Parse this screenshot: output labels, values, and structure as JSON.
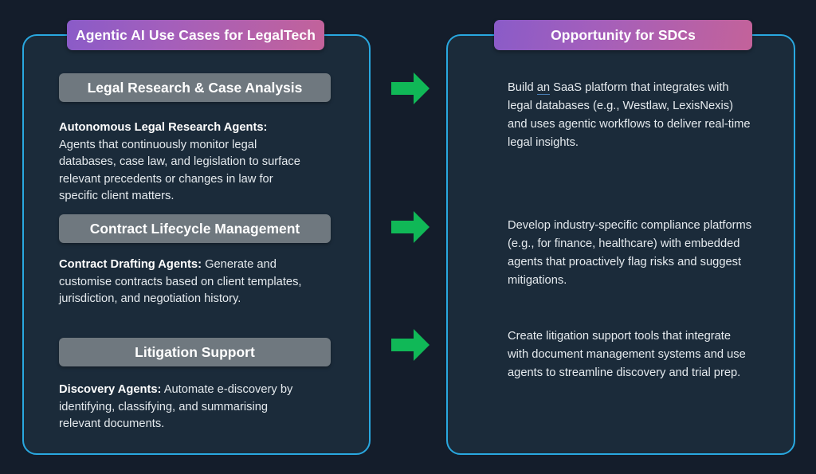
{
  "background_color": "#141d2b",
  "panel": {
    "border_color": "#29a8e0",
    "fill_color": "#1b2b3a"
  },
  "banners": {
    "gradient_from": "#8a5bc8",
    "gradient_to": "#c3629a",
    "left_title": "Agentic AI Use Cases for LegalTech",
    "right_title": "Opportunity for SDCs"
  },
  "left_column": {
    "pill_color": "#6f787f",
    "sections": [
      {
        "pill_label": "Legal Research & Case Analysis",
        "lead": "Autonomous Legal Research Agents:",
        "lead_inline": false,
        "body": "Agents that continuously monitor legal databases, case law, and legislation to surface relevant precedents or changes in law for specific client matters."
      },
      {
        "pill_label": "Contract Lifecycle Management",
        "lead": "Contract Drafting Agents:",
        "lead_inline": true,
        "body": "Generate and customise contracts based on client templates, jurisdiction, and negotiation history."
      },
      {
        "pill_label": "Litigation Support",
        "lead": "Discovery Agents:",
        "lead_inline": true,
        "body": "Automate e-discovery by identifying, classifying, and summarising relevant documents."
      }
    ]
  },
  "right_column": {
    "opportunities": [
      {
        "text_before": "Build ",
        "grammar_flagged_word": "an",
        "text_after": " SaaS platform that integrates with legal databases (e.g., Westlaw, LexisNexis) and uses agentic workflows to deliver real-time legal insights."
      },
      {
        "text_before": "",
        "grammar_flagged_word": "",
        "text_after": "Develop industry-specific compliance platforms (e.g., for finance, healthcare) with embedded agents that proactively flag risks and suggest mitigations."
      },
      {
        "text_before": "",
        "grammar_flagged_word": "",
        "text_after": "Create litigation support tools that integrate with document management systems and use agents to streamline discovery and trial prep."
      }
    ]
  },
  "connectors": {
    "icon": "right-arrow-icon",
    "color": "#10b857",
    "count": 3
  }
}
